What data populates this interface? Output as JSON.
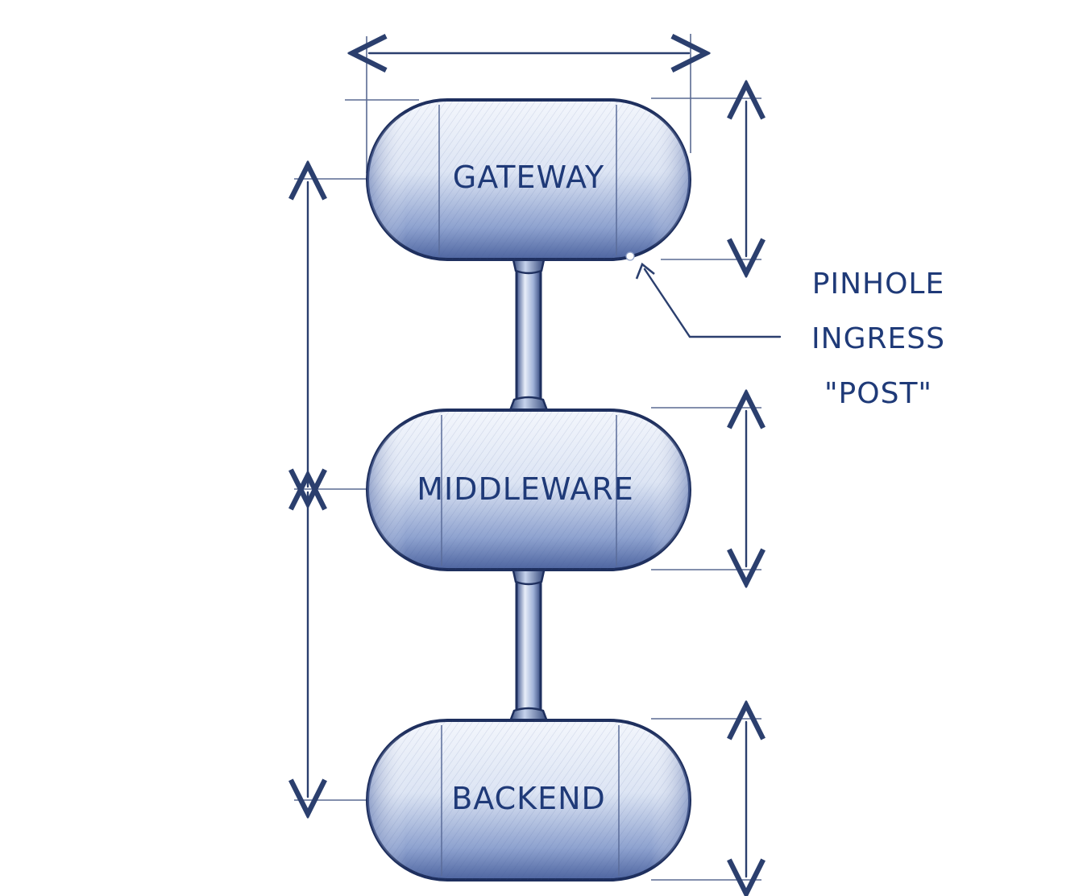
{
  "nodes": [
    {
      "label": "GATEWAY"
    },
    {
      "label": "MIDDLEWARE"
    },
    {
      "label": "BACKEND"
    }
  ],
  "callout": {
    "lines": [
      "PINHOLE",
      "INGRESS",
      "\"POST\""
    ]
  },
  "colors": {
    "ink": "#1f3a78",
    "pill_fill": "#dfe7f5",
    "pill_shade": "#6b82b8",
    "background": "#ffffff"
  }
}
